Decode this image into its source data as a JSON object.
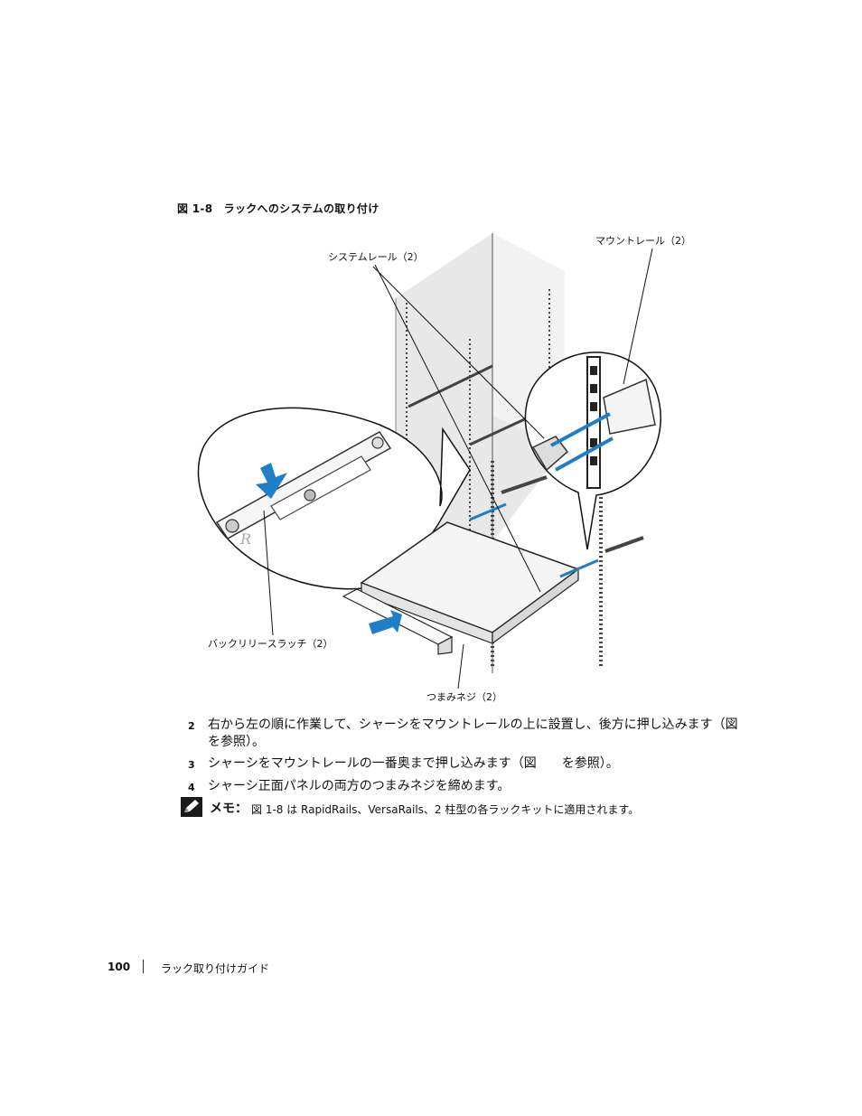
{
  "figure": {
    "caption": "図 1-8　ラックへのシステムの取り付け",
    "callouts": {
      "system_rail": "システムレール（2）",
      "mount_rail": "マウントレール（2）",
      "back_release_latch": "バックリリースラッチ（2）",
      "thumbscrew": "つまみネジ（2）"
    },
    "latch_letter": "R"
  },
  "steps": [
    {
      "number": "2",
      "text": "右から左の順に作業して、シャーシをマウントレールの上に設置し、後方に押し込みます（図　　を参照）。"
    },
    {
      "number": "3",
      "text": "シャーシをマウントレールの一番奥まで押し込みます（図　　を参照）。"
    },
    {
      "number": "4",
      "text": "シャーシ正面パネルの両方のつまみネジを締めます。"
    }
  ],
  "note": {
    "icon": "pencil-note-icon",
    "label": "メモ：",
    "text": "図 1-8 は RapidRails、VersaRails、2 柱型の各ラックキットに適用されます。"
  },
  "footer": {
    "page_number": "100",
    "title": "ラック取り付けガイド"
  },
  "colors": {
    "accent_blue": "#1f7fc6",
    "rack_gray": "#e6e6e6",
    "line": "#222222"
  }
}
